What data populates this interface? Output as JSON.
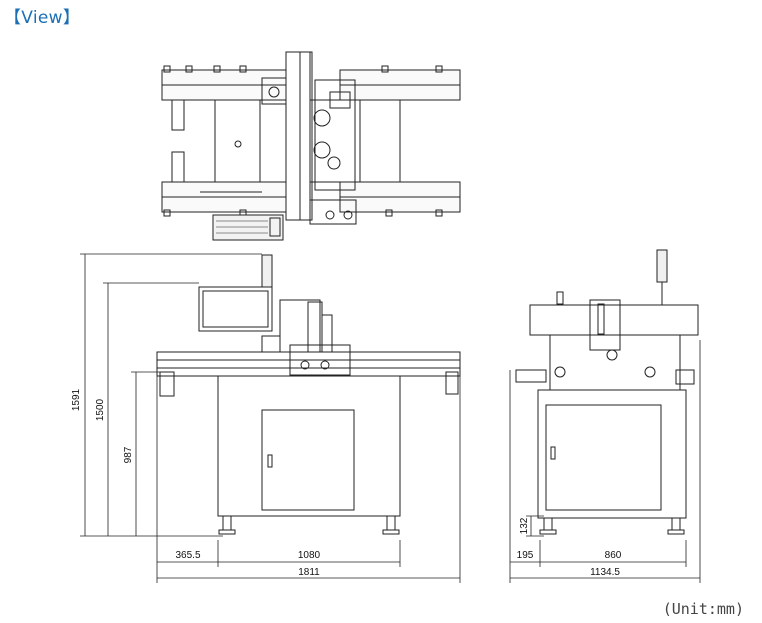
{
  "header": {
    "title": "【View】"
  },
  "unit_label": "(Unit:mm)",
  "dimensions": {
    "total_height": "1591",
    "height_2": "1500",
    "table_height": "987",
    "left_overhang": "365.5",
    "main_width": "1080",
    "total_width": "1811",
    "side_foot_height": "132",
    "side_offset": "195",
    "side_width": "860",
    "side_total_width": "1134.5"
  }
}
